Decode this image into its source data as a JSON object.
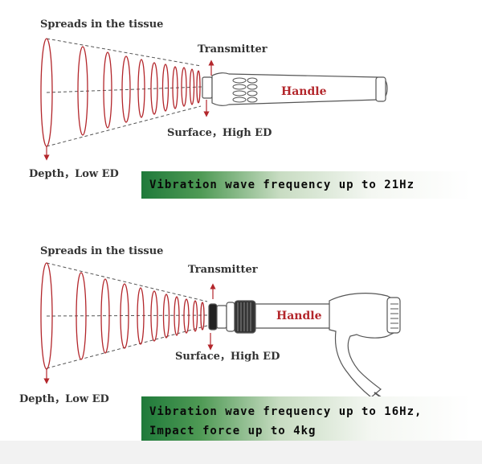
{
  "panel1": {
    "spread_label": "Spreads in the tissue",
    "transmitter_label": "Transmitter",
    "handle_label": "Handle",
    "surface_label": "Surface，High ED",
    "depth_label": "Depth，Low ED",
    "banner_text": "Vibration wave frequency up to 21Hz"
  },
  "panel2": {
    "spread_label": "Spreads in the tissue",
    "transmitter_label": "Transmitter",
    "handle_label": "Handle",
    "surface_label": "Surface，High ED",
    "depth_label": "Depth，Low ED",
    "banner_line1": "Vibration wave frequency up to 16Hz,",
    "banner_line2": "Impact force up to 4kg"
  },
  "colors": {
    "wave": "#b3262b",
    "banner_green": "#1f7a3a",
    "outline": "#555555"
  }
}
